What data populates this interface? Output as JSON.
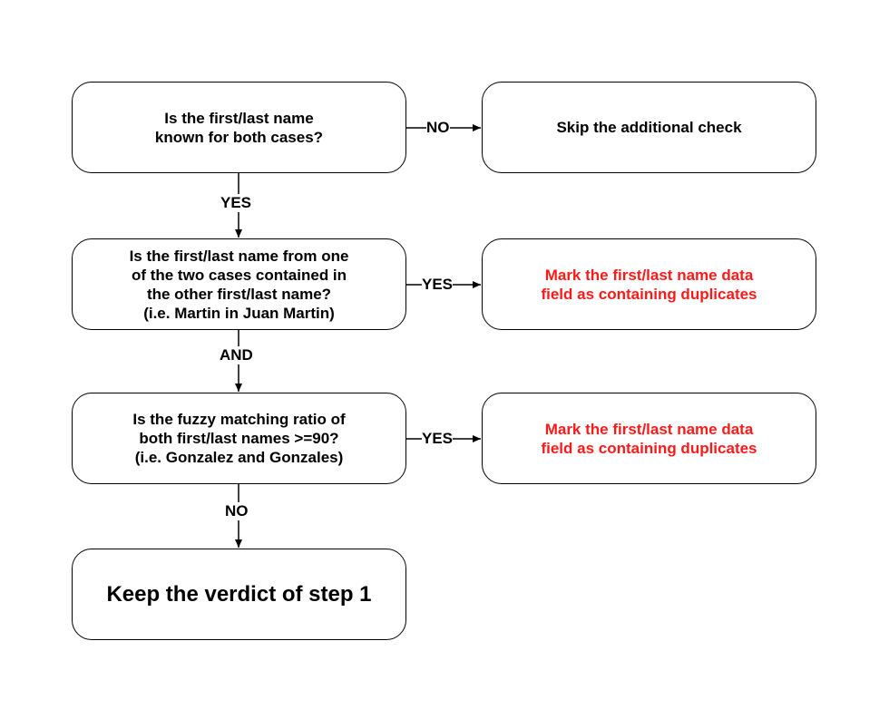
{
  "nodes": {
    "q1": [
      "Is the first/last name",
      "known for both cases?"
    ],
    "skip": [
      "Skip the additional check"
    ],
    "q2": [
      "Is the first/last name from one",
      "of the two cases contained in",
      "the other first/last name?",
      "(i.e. Martin in Juan Martin)"
    ],
    "mark1": [
      "Mark the first/last name data",
      "field as containing duplicates"
    ],
    "q3": [
      "Is the fuzzy matching ratio of",
      "both first/last names >=90?",
      "(i.e. Gonzalez and Gonzales)"
    ],
    "mark2": [
      "Mark the first/last name data",
      "field as containing duplicates"
    ],
    "keep": [
      "Keep the verdict of step 1"
    ]
  },
  "labels": {
    "q1_no": "NO",
    "q1_yes": "YES",
    "q2_yes": "YES",
    "q2_and": "AND",
    "q3_yes": "YES",
    "q3_no": "NO"
  },
  "colors": {
    "highlight": "#ff1a1a",
    "stroke": "#000000"
  }
}
